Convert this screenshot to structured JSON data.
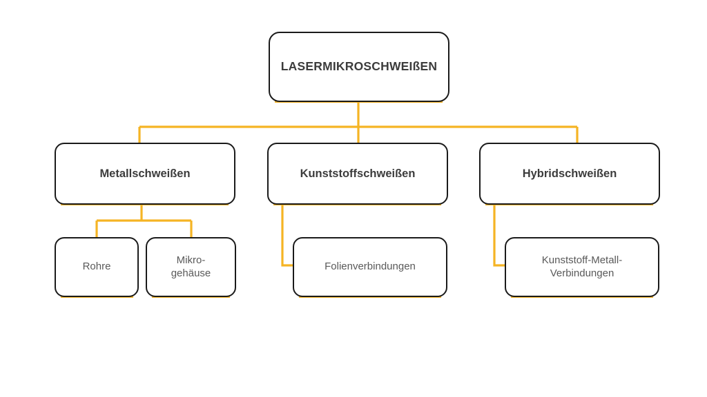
{
  "diagram": {
    "title": "Lasermikroschweißen",
    "type": "hierarchy-tree",
    "orientation": "top-down",
    "background_color": "#ffffff",
    "node_border_color": "#1a1a1a",
    "accent_color": "#f5b424",
    "connector_color": "#f5b424",
    "heading_text_color": "#3c3c3c",
    "leaf_text_color": "#595959"
  },
  "nodes": {
    "root": {
      "label": "LASERMIKROSCHWEIßEN",
      "level": 0
    },
    "branch_metal": {
      "label": "Metallschweißen",
      "level": 1
    },
    "branch_plastic": {
      "label": "Kunststoffschweißen",
      "level": 1
    },
    "branch_hybrid": {
      "label": "Hybridschweißen",
      "level": 1
    },
    "leaf_rohre": {
      "label": "Rohre",
      "level": 2
    },
    "leaf_mikrogehaeuse": {
      "label": "Mikro-\ngehäuse",
      "level": 2
    },
    "leaf_folien": {
      "label": "Folienverbindungen",
      "level": 2
    },
    "leaf_kunststoff_metall": {
      "label": "Kunststoff-Metall-\nVerbindungen",
      "level": 2
    }
  },
  "edges": [
    {
      "from": "root",
      "to": "branch_metal",
      "style": "orthogonal-bus"
    },
    {
      "from": "root",
      "to": "branch_plastic",
      "style": "orthogonal-bus"
    },
    {
      "from": "root",
      "to": "branch_hybrid",
      "style": "orthogonal-bus"
    },
    {
      "from": "branch_metal",
      "to": "leaf_rohre",
      "style": "orthogonal-bus"
    },
    {
      "from": "branch_metal",
      "to": "leaf_mikrogehaeuse",
      "style": "orthogonal-bus"
    },
    {
      "from": "branch_plastic",
      "to": "leaf_folien",
      "style": "elbow-left"
    },
    {
      "from": "branch_hybrid",
      "to": "leaf_kunststoff_metall",
      "style": "elbow-left"
    }
  ]
}
